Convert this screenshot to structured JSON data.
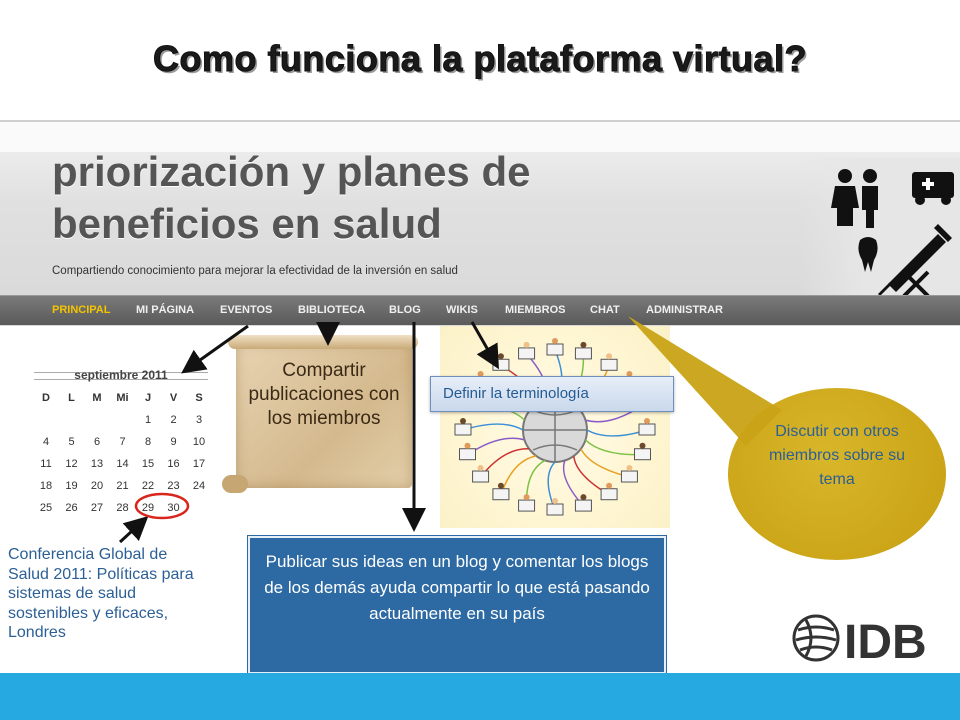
{
  "slide": {
    "title": "Como funciona la plataforma virtual?"
  },
  "site": {
    "title_line1": "priorización y planes de",
    "title_line2": "beneficios en salud",
    "tagline": "Compartiendo conocimiento para mejorar la efectividad de la inversión en salud"
  },
  "nav": {
    "items": [
      "PRINCIPAL",
      "MI PÁGINA",
      "EVENTOS",
      "BIBLIOTECA",
      "BLOG",
      "WIKIS",
      "MIEMBROS",
      "CHAT",
      "ADMINISTRAR"
    ],
    "active_color": "#f5c400"
  },
  "calendar": {
    "month": "septiembre 2011",
    "weekdays": [
      "D",
      "L",
      "M",
      "Mi",
      "J",
      "V",
      "S"
    ],
    "weeks": [
      [
        "",
        "",
        "",
        "",
        "1",
        "2",
        "3"
      ],
      [
        "4",
        "5",
        "6",
        "7",
        "8",
        "9",
        "10"
      ],
      [
        "11",
        "12",
        "13",
        "14",
        "15",
        "16",
        "17"
      ],
      [
        "18",
        "19",
        "20",
        "21",
        "22",
        "23",
        "24"
      ],
      [
        "25",
        "26",
        "27",
        "28",
        "29",
        "30",
        ""
      ]
    ],
    "highlight_color": "#d9261c"
  },
  "callouts": {
    "conference": "Conferencia Global de Salud 2011: Políticas para sistemas de salud sostenibles y eficaces, Londres",
    "share": "Compartir publicaciones con los miembros",
    "glossary": "Definir la terminología",
    "blog": "Publicar sus ideas en un blog y comentar los blogs de los demás ayuda compartir lo que está pasando actualmente en su país",
    "chat": "Discutir con otros miembros sobre su tema"
  },
  "logo": {
    "text": "IDB"
  },
  "colors": {
    "nav_bg": "#5f5f5f",
    "callout_blue": "#2d6aa3",
    "bubble_gold": "#c9a316",
    "footer_blue": "#26a8e0"
  },
  "icons": [
    "people-icon",
    "ambulance-icon",
    "tooth-icon",
    "syringe-icon",
    "stethoscope-icon",
    "globe-icon"
  ]
}
